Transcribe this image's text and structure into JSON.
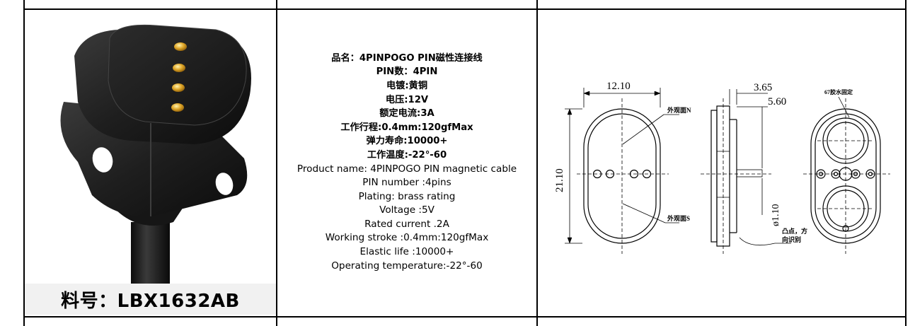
{
  "product": {
    "part_number": "料号：LBX1632AB"
  },
  "specs": {
    "cn": [
      "品名：4PINPOGO PIN磁性连接线",
      "PIN数：4PIN",
      "电镀:黄铜",
      "电压:12V",
      "额定电流:3A",
      "工作行程:0.4mm:120gfMax",
      "弹力寿命:10000+",
      "工作温度:-22°-60"
    ],
    "en": [
      "Product name: 4PINPOGO PIN magnetic cable",
      "PIN number :4pins",
      "Plating: brass rating",
      "Voltage :5V",
      "Rated current .2A",
      "Working stroke :0.4mm:120gfMax",
      "Elastic life :10000+",
      "Operating temperature:-22°-60"
    ]
  },
  "drawing": {
    "dim_width": "12.10",
    "dim_height": "21.10",
    "dim_side_1": "3.65",
    "dim_side_2": "5.60",
    "dim_diameter": "ø1.10",
    "label_face_n": "外观面N",
    "label_face_s": "外观面S",
    "label_glue": "67胶水固定",
    "label_bump": "凸点，方",
    "label_bump_2": "向识别"
  }
}
